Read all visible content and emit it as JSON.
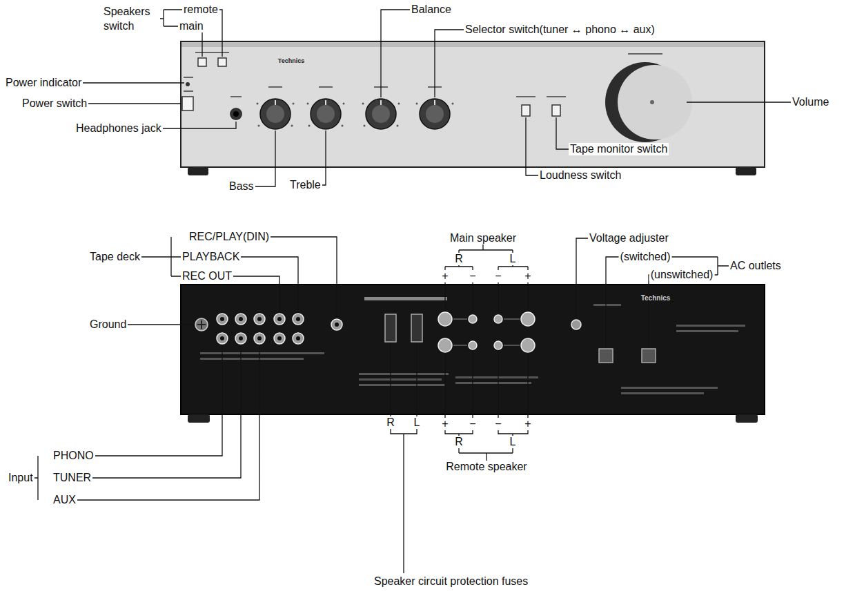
{
  "diagram": {
    "labels": [
      "Speakers switch",
      "remote",
      "main",
      "Balance",
      "Selector switch(tuner ↔ phono ↔ aux)",
      "Power indicator",
      "Power switch",
      "Headphones jack",
      "Bass",
      "Treble",
      "Loudness switch",
      "Tape monitor switch",
      "Volume",
      "Technics",
      "REC/PLAY(DIN)",
      "Tape deck",
      "PLAYBACK",
      "REC OUT",
      "Main speaker",
      "R",
      "L",
      "+",
      "−",
      "−",
      "+",
      "Voltage adjuster",
      "(switched)",
      "(unswitched)",
      "AC outlets",
      "Ground",
      "PHONO",
      "Input",
      "TUNER",
      "AUX",
      "R",
      "L",
      "+",
      "−",
      "−",
      "+",
      "R",
      "L",
      "Remote speaker",
      "Speaker circuit protection fuses",
      "Technics"
    ]
  }
}
